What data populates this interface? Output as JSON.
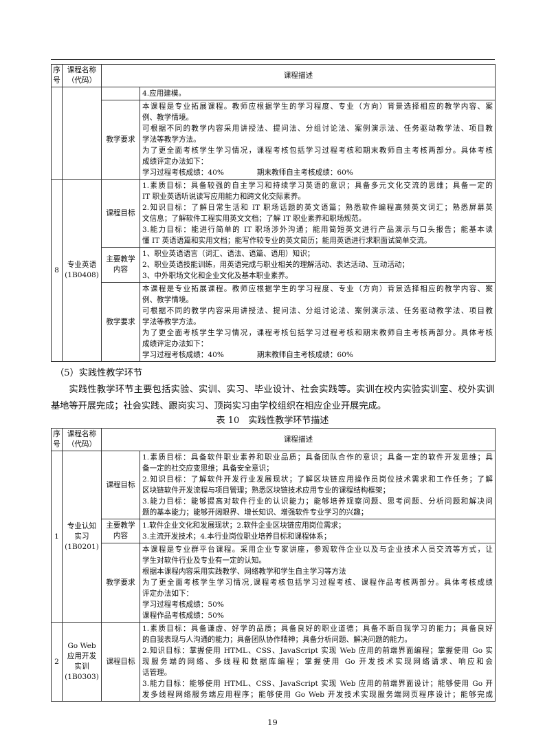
{
  "table_a": {
    "header": {
      "seq": [
        "序",
        "号"
      ],
      "course_name": [
        "课程名称",
        "（代码）"
      ],
      "desc": "课程描述"
    },
    "continuation": {
      "desc_lines": [
        "4.应用建模。"
      ],
      "teaching_req": {
        "label": "教学要求",
        "lines": [
          "本课程是专业拓展课程。教师应根据学生的学习程度、专业（方向）背景选择相应的教学内容、案",
          "例、教学情境。",
          "可根据不同的教学内容采用讲授法、提问法、分组讨论法、案例演示法、任务驱动教学法、项目教",
          "学法等教学方法。",
          "为了更全面考核学生学习情况，课程考核包括学习过程考核和期末教师自主考核两部分。具体考核",
          "成绩评定办法如下："
        ],
        "score_a": "学习过程考核成绩：40%",
        "score_b": "期末教师自主考核成绩：60%"
      }
    },
    "row8": {
      "seq": "8",
      "name": "专业英语",
      "code": "(1B0408)",
      "goals": {
        "label": "课程目标",
        "lines": [
          "1.素质目标：具备较强的自主学习和持续学习英语的意识；具备多元文化交流的思维；具备一定的",
          "IT 职业英语听说读写应用能力和跨文化交际素养。",
          "2.知识目标：了解日常生活和 IT 职场话题的英文语篇；熟悉软件编程高频英文词汇；熟悉屏幕英",
          "文信息；了解软件工程实用英文文档；了解 IT 职业素养和职场规范。",
          "3.能力目标：能进行简单的 IT 职场涉外沟通；能用简短英文进行产品演示与口头报告；能基本读",
          "懂 IT 英语语篇和实用文档；能写作较专业的英文简历；能用英语进行求职面试简单交流。"
        ]
      },
      "content": {
        "label": [
          "主要教学",
          "内容"
        ],
        "lines": [
          "1、职业英语语言（词汇、语法、语篇、语用）知识；",
          "2、职业英语技能训练，用英语完成与职业相关的理解活动、表达活动、互动活动；",
          "3、中外职场文化和企业文化及基本职业素养。"
        ]
      },
      "teaching_req": {
        "label": "教学要求",
        "lines": [
          "本课程是专业拓展课程。教师应根据学生的学习程度、专业（方向）背景选择相应的教学内容、案",
          "例、教学情境。",
          "可根据不同的教学内容采用讲授法、提问法、分组讨论法、案例演示法、任务驱动教学法、项目教",
          "学法等教学方法。",
          "为了更全面考核学生学习情况，课程考核包括学习过程考核和期末教师自主考核两部分。具体考核",
          "成绩评定办法如下："
        ],
        "score_a": "学习过程考核成绩：40%",
        "score_b": "期末教师自主考核成绩：60%"
      }
    }
  },
  "section": {
    "title": "（5）实践性教学环节",
    "body": "实践性教学环节主要包括实验、实训、实习、毕业设计、社会实践等。实训在校内实验实训室、校外实训基地等开展完成；社会实践、跟岗实习、顶岗实习由学校组织在相应企业开展完成。"
  },
  "caption": "表 10　实践性教学环节描述",
  "table_b": {
    "header": {
      "seq": [
        "序",
        "号"
      ],
      "course_name": [
        "课程名称",
        "（代码）"
      ],
      "desc": "课程描述"
    },
    "row1": {
      "seq": "1",
      "name": [
        "专业认知",
        "实习"
      ],
      "code": "(1B0201)",
      "goals": {
        "label": "课程目标",
        "lines": [
          "1.素质目标：具备软件职业素养和职业品质；具备团队合作的意识；具备一定的软件开发思维；具",
          "备一定的社交应变思维；具备安全意识；",
          "2.知识目标：了解软件开发行业发展现状；了解区块链应用操作员岗位技术需求和工作任务；了解",
          "区块链软件开发流程与项目管理；熟悉区块链技术应用专业的课程结构框架；",
          "3.能力目标：能够提高对软件行业的认识能力；能够培养观察问题、思考问题、分析问题和解决问",
          "题的基本能力；能够开阔眼界、增长知识、增强软件专业学习的兴趣；"
        ]
      },
      "content": {
        "label": [
          "主要教学",
          "内容"
        ],
        "lines": [
          "1.软件企业文化和发展现状；2.软件企业区块链应用岗位需求；",
          "3.主流开发技术；4.本行业岗位职业培养目标和课程体系；"
        ]
      },
      "teaching_req": {
        "label": "教学要求",
        "lines": [
          "本课程是专业群平台课程。采用企业专家讲座，参观软件企业以及与企业技术人员交流等方式，让",
          "学生对软件行业及专业有一定的认知。",
          "根据本课程内容采用实践教学、网络教学和学生自主学习等方法",
          "为了更全面考核学生学习情况,课程考核包括学习过程考核、课程作品考核两部分。具体考核成绩",
          "评定办法如下：",
          "学习过程考核成绩：50%",
          "课程作品考核成绩：50%"
        ]
      }
    },
    "row2": {
      "seq": "2",
      "name": [
        "Go Web",
        "应用开发",
        "实训"
      ],
      "code": "(1B0303)",
      "goals": {
        "label": "课程目标",
        "lines": [
          "1.素质目标：具备谦虚、好学的品质；具备良好的职业道德；具备不断自我学习的能力；具备良好",
          "的自我表现与人沟通的能力；具备团队协作精神；具备分析问题、解决问题的能力。",
          "2.知识目标：掌握使用 HTML、CSS、JavaScript 实现 Web 应用的前端界面编程；掌握使用 Go 实",
          "现服务端的网络、多线程和数据库编程；掌握使用 Go 开发技术实现网络请求、响应和会",
          "话管理。",
          "3.能力目标：能够使用 HTML、CSS、JavaScript 实现 Web 应用的前端界面设计；能够使用 Go 开",
          "发多线程网络服务端应用程序；能够使用 Go Web 开发技术实现服务端网页程序设计；能够完成"
        ]
      }
    }
  },
  "page_number": "19"
}
